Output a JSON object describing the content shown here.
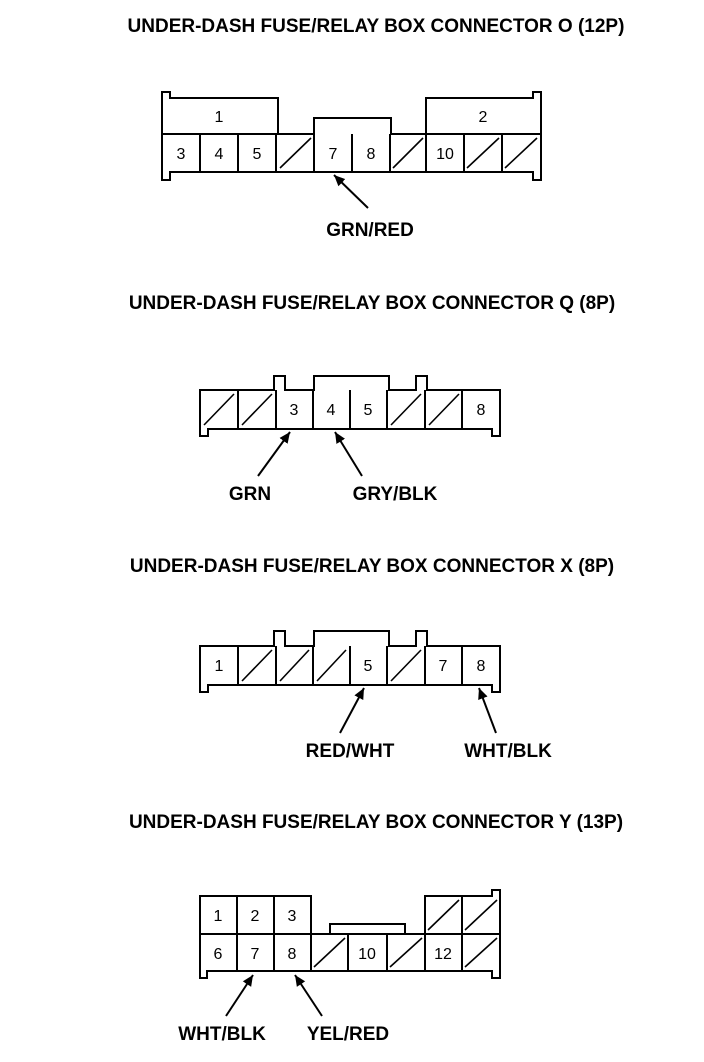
{
  "connectors": [
    {
      "title": "UNDER-DASH FUSE/RELAY BOX CONNECTOR O (12P)",
      "cavities": [
        "1",
        "2",
        "3",
        "4",
        "5",
        "7",
        "8",
        "10"
      ],
      "wires": [
        {
          "pin": "7",
          "color": "GRN/RED"
        }
      ]
    },
    {
      "title": "UNDER-DASH FUSE/RELAY BOX CONNECTOR Q (8P)",
      "cavities": [
        "3",
        "4",
        "5",
        "8"
      ],
      "wires": [
        {
          "pin": "3",
          "color": "GRN"
        },
        {
          "pin": "4",
          "color": "GRY/BLK"
        }
      ]
    },
    {
      "title": "UNDER-DASH FUSE/RELAY BOX CONNECTOR X (8P)",
      "cavities": [
        "1",
        "5",
        "7",
        "8"
      ],
      "wires": [
        {
          "pin": "5",
          "color": "RED/WHT"
        },
        {
          "pin": "8",
          "color": "WHT/BLK"
        }
      ]
    },
    {
      "title": "UNDER-DASH FUSE/RELAY BOX CONNECTOR Y (13P)",
      "cavities": [
        "1",
        "2",
        "3",
        "6",
        "7",
        "8",
        "10",
        "12"
      ],
      "wires": [
        {
          "pin": "7",
          "color": "WHT/BLK"
        },
        {
          "pin": "8",
          "color": "YEL/RED"
        }
      ]
    }
  ]
}
